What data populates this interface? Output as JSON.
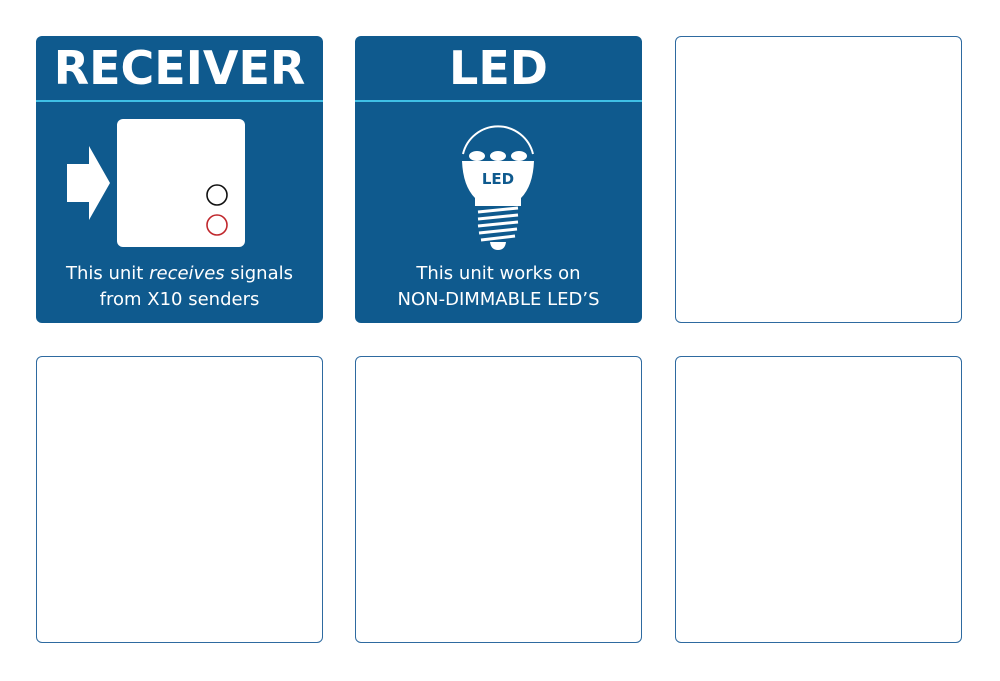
{
  "tiles": [
    {
      "title": "RECEIVER",
      "caption_pre": "This unit ",
      "caption_em": "receives",
      "caption_post": " signals",
      "caption_line2": "from X10 senders",
      "icon": "receiver-device-with-arrow"
    },
    {
      "title": "LED",
      "bulb_label": "LED",
      "caption_line1": "This unit works on",
      "caption_line2": "NON-DIMMABLE LED’S",
      "icon": "led-bulb"
    }
  ],
  "colors": {
    "tile_blue": "#0f5a8e",
    "rule_cyan": "#3fc0e6",
    "led_red": "#c0282d"
  }
}
